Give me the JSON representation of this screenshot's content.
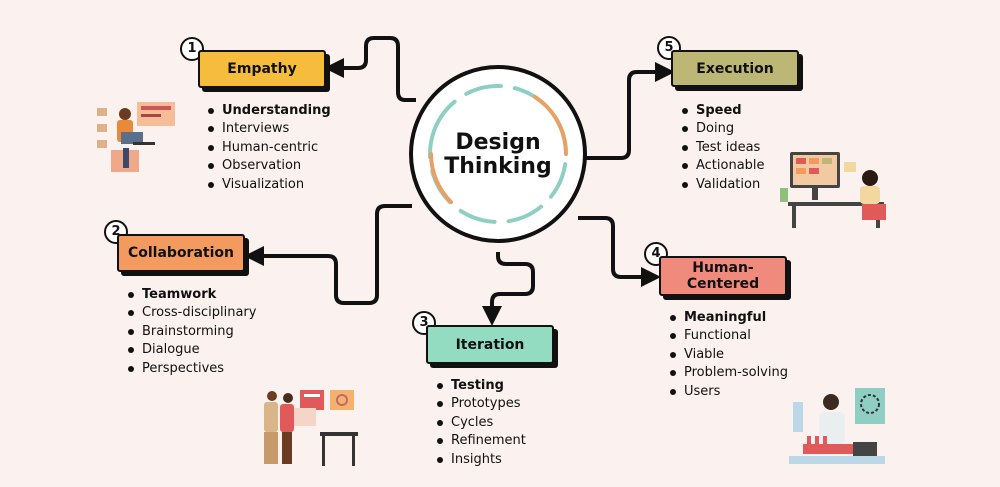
{
  "center": {
    "title_line1": "Design",
    "title_line2": "Thinking"
  },
  "steps": [
    {
      "number": "1",
      "title": "Empathy",
      "color": "#f6bd3d",
      "items": [
        "Understanding",
        "Interviews",
        "Human-centric",
        "Observation",
        "Visualization"
      ]
    },
    {
      "number": "2",
      "title": "Collaboration",
      "color": "#f39a5e",
      "items": [
        "Teamwork",
        "Cross-disciplinary",
        "Brainstorming",
        "Dialogue",
        "Perspectives"
      ]
    },
    {
      "number": "3",
      "title": "Iteration",
      "color": "#93dcc2",
      "items": [
        "Testing",
        "Prototypes",
        "Cycles",
        "Refinement",
        "Insights"
      ]
    },
    {
      "number": "4",
      "title_line1": "Human-",
      "title_line2": "Centered",
      "color": "#ef8a7c",
      "items": [
        "Meaningful",
        "Functional",
        "Viable",
        "Problem-solving",
        "Users"
      ]
    },
    {
      "number": "5",
      "title": "Execution",
      "color": "#bdb775",
      "items": [
        "Speed",
        "Doing",
        "Test ideas",
        "Actionable",
        "Validation"
      ]
    }
  ],
  "ring_colors": {
    "teal": "#8fcfc3",
    "orange": "#e9a063"
  }
}
